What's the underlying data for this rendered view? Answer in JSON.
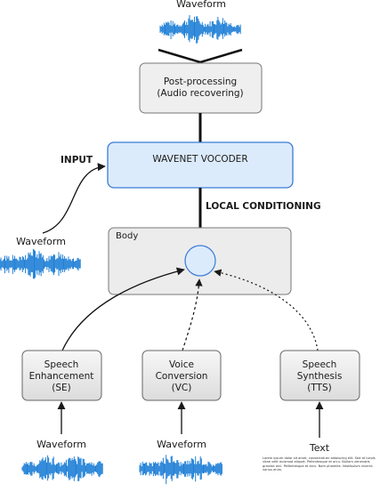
{
  "top": {
    "waveform_label": "Waveform"
  },
  "postprocessing": {
    "line1": "Post-processing",
    "line2": "(Audio recovering)"
  },
  "vocoder": {
    "title": "WAVENET VOCODER"
  },
  "input_label": "INPUT",
  "local_conditioning_label": "LOCAL CONDITIONING",
  "body": {
    "title": "Body"
  },
  "left_waveform_label": "Waveform",
  "modules": {
    "se": {
      "line1": "Speech",
      "line2": "Enhancement",
      "line3": "(SE)",
      "source_label": "Waveform"
    },
    "vc": {
      "line1": "Voice",
      "line2": "Conversion",
      "line3": "(VC)",
      "source_label": "Waveform"
    },
    "tts": {
      "line1": "Speech",
      "line2": "Synthesis",
      "line3": "(TTS)",
      "source_label": "Text"
    }
  },
  "lorem_text": "Lorem ipsum dolor sit amet, consectetuer adipiscing elit. Sed at turpis vitae velit euismod aliquet. Pellentesque et arcu. Nullam venenatis gravida orci. Pellentesque et arcu. Nam pharetra. Vestibulum viverra varius enim.",
  "colors": {
    "waveform": "#1f7fd6",
    "vocoder_fill": "#dcebfb",
    "vocoder_stroke": "#3a7bd5",
    "node_fill": "#dcebfb",
    "box_fill": "#eeeeee",
    "box_stroke": "#666666"
  }
}
